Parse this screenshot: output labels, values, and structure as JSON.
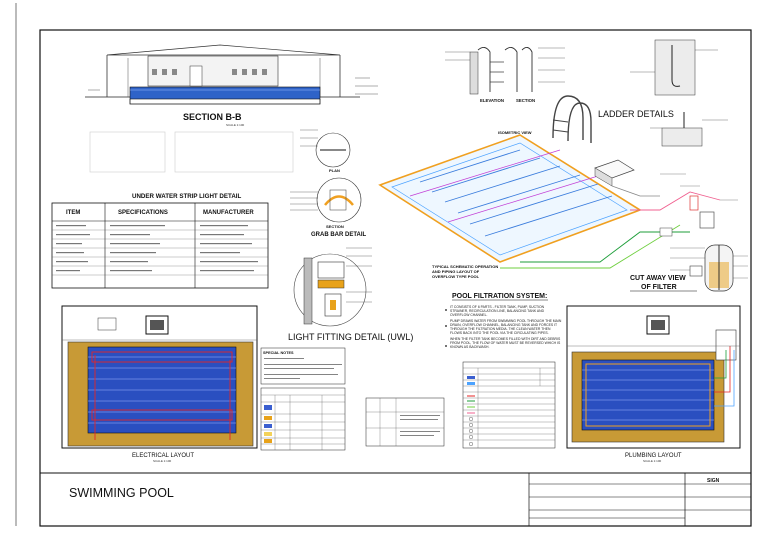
{
  "sheet_title": "SWIMMING POOL",
  "sign_label": "SIGN",
  "section_bb": {
    "title": "SECTION B-B",
    "scale": "SCALE 1:100"
  },
  "ladder": {
    "title": "LADDER DETAILS",
    "elevation": "ELEVATION",
    "section": "SECTION",
    "isometric": "ISOMETRIC VIEW"
  },
  "strip_light": {
    "title": "UNDER WATER STRIP LIGHT DETAIL",
    "headers": [
      "ITEM",
      "SPECIFICATIONS",
      "MANUFACTURER"
    ]
  },
  "grab_bar": {
    "plan": "PLAN",
    "section": "SECTION",
    "title": "GRAB BAR DETAIL"
  },
  "light_fitting": {
    "title": "LIGHT FITTING DETAIL (UWL)"
  },
  "schematic": {
    "caption": [
      "TYPICAL SCHEMATIC OPERATION",
      "AND PIPING LAYOUT OF",
      "OVERFLOW TYPE POOL"
    ]
  },
  "cutaway": {
    "title": [
      "CUT AWAY VIEW",
      "OF FILTER"
    ]
  },
  "filtration": {
    "title": "POOL FILTRATION SYSTEM:",
    "bullets": [
      "IT CONSISTS OF 6 PARTS - FILTER TANK, PUMP, SUCTION STRAINER, RECIRCULATION LINE, BALANCING TANK AND OVERFLOW CHANNEL.",
      "PUMP DRAWS WATER FROM SWIMMING POOL THROUGH THE MAIN DRAIN, OVERFLOW CHANNEL, BALANCING TANK AND FORCES IT THROUGH THE FILTRATION MEDIA. THE CLEAN WATER THEN FLOWS BACK INTO THE POOL VIA THE CIRCULATING PIPES.",
      "WHEN THE FILTER TANK BECOMES FILLED WITH DIRT AND DEBRIS FROM POOL, THE FLOW OF WATER MUST BE REVERSED WHICH IS KNOWN AS BACKWASH."
    ]
  },
  "special_notes": {
    "title": "SPECIAL NOTES"
  },
  "electrical": {
    "title": "ELECTRICAL LAYOUT",
    "scale": "SCALE 1:100"
  },
  "plumbing": {
    "title": "PLUMBING LAYOUT",
    "scale": "SCALE 1:100"
  }
}
